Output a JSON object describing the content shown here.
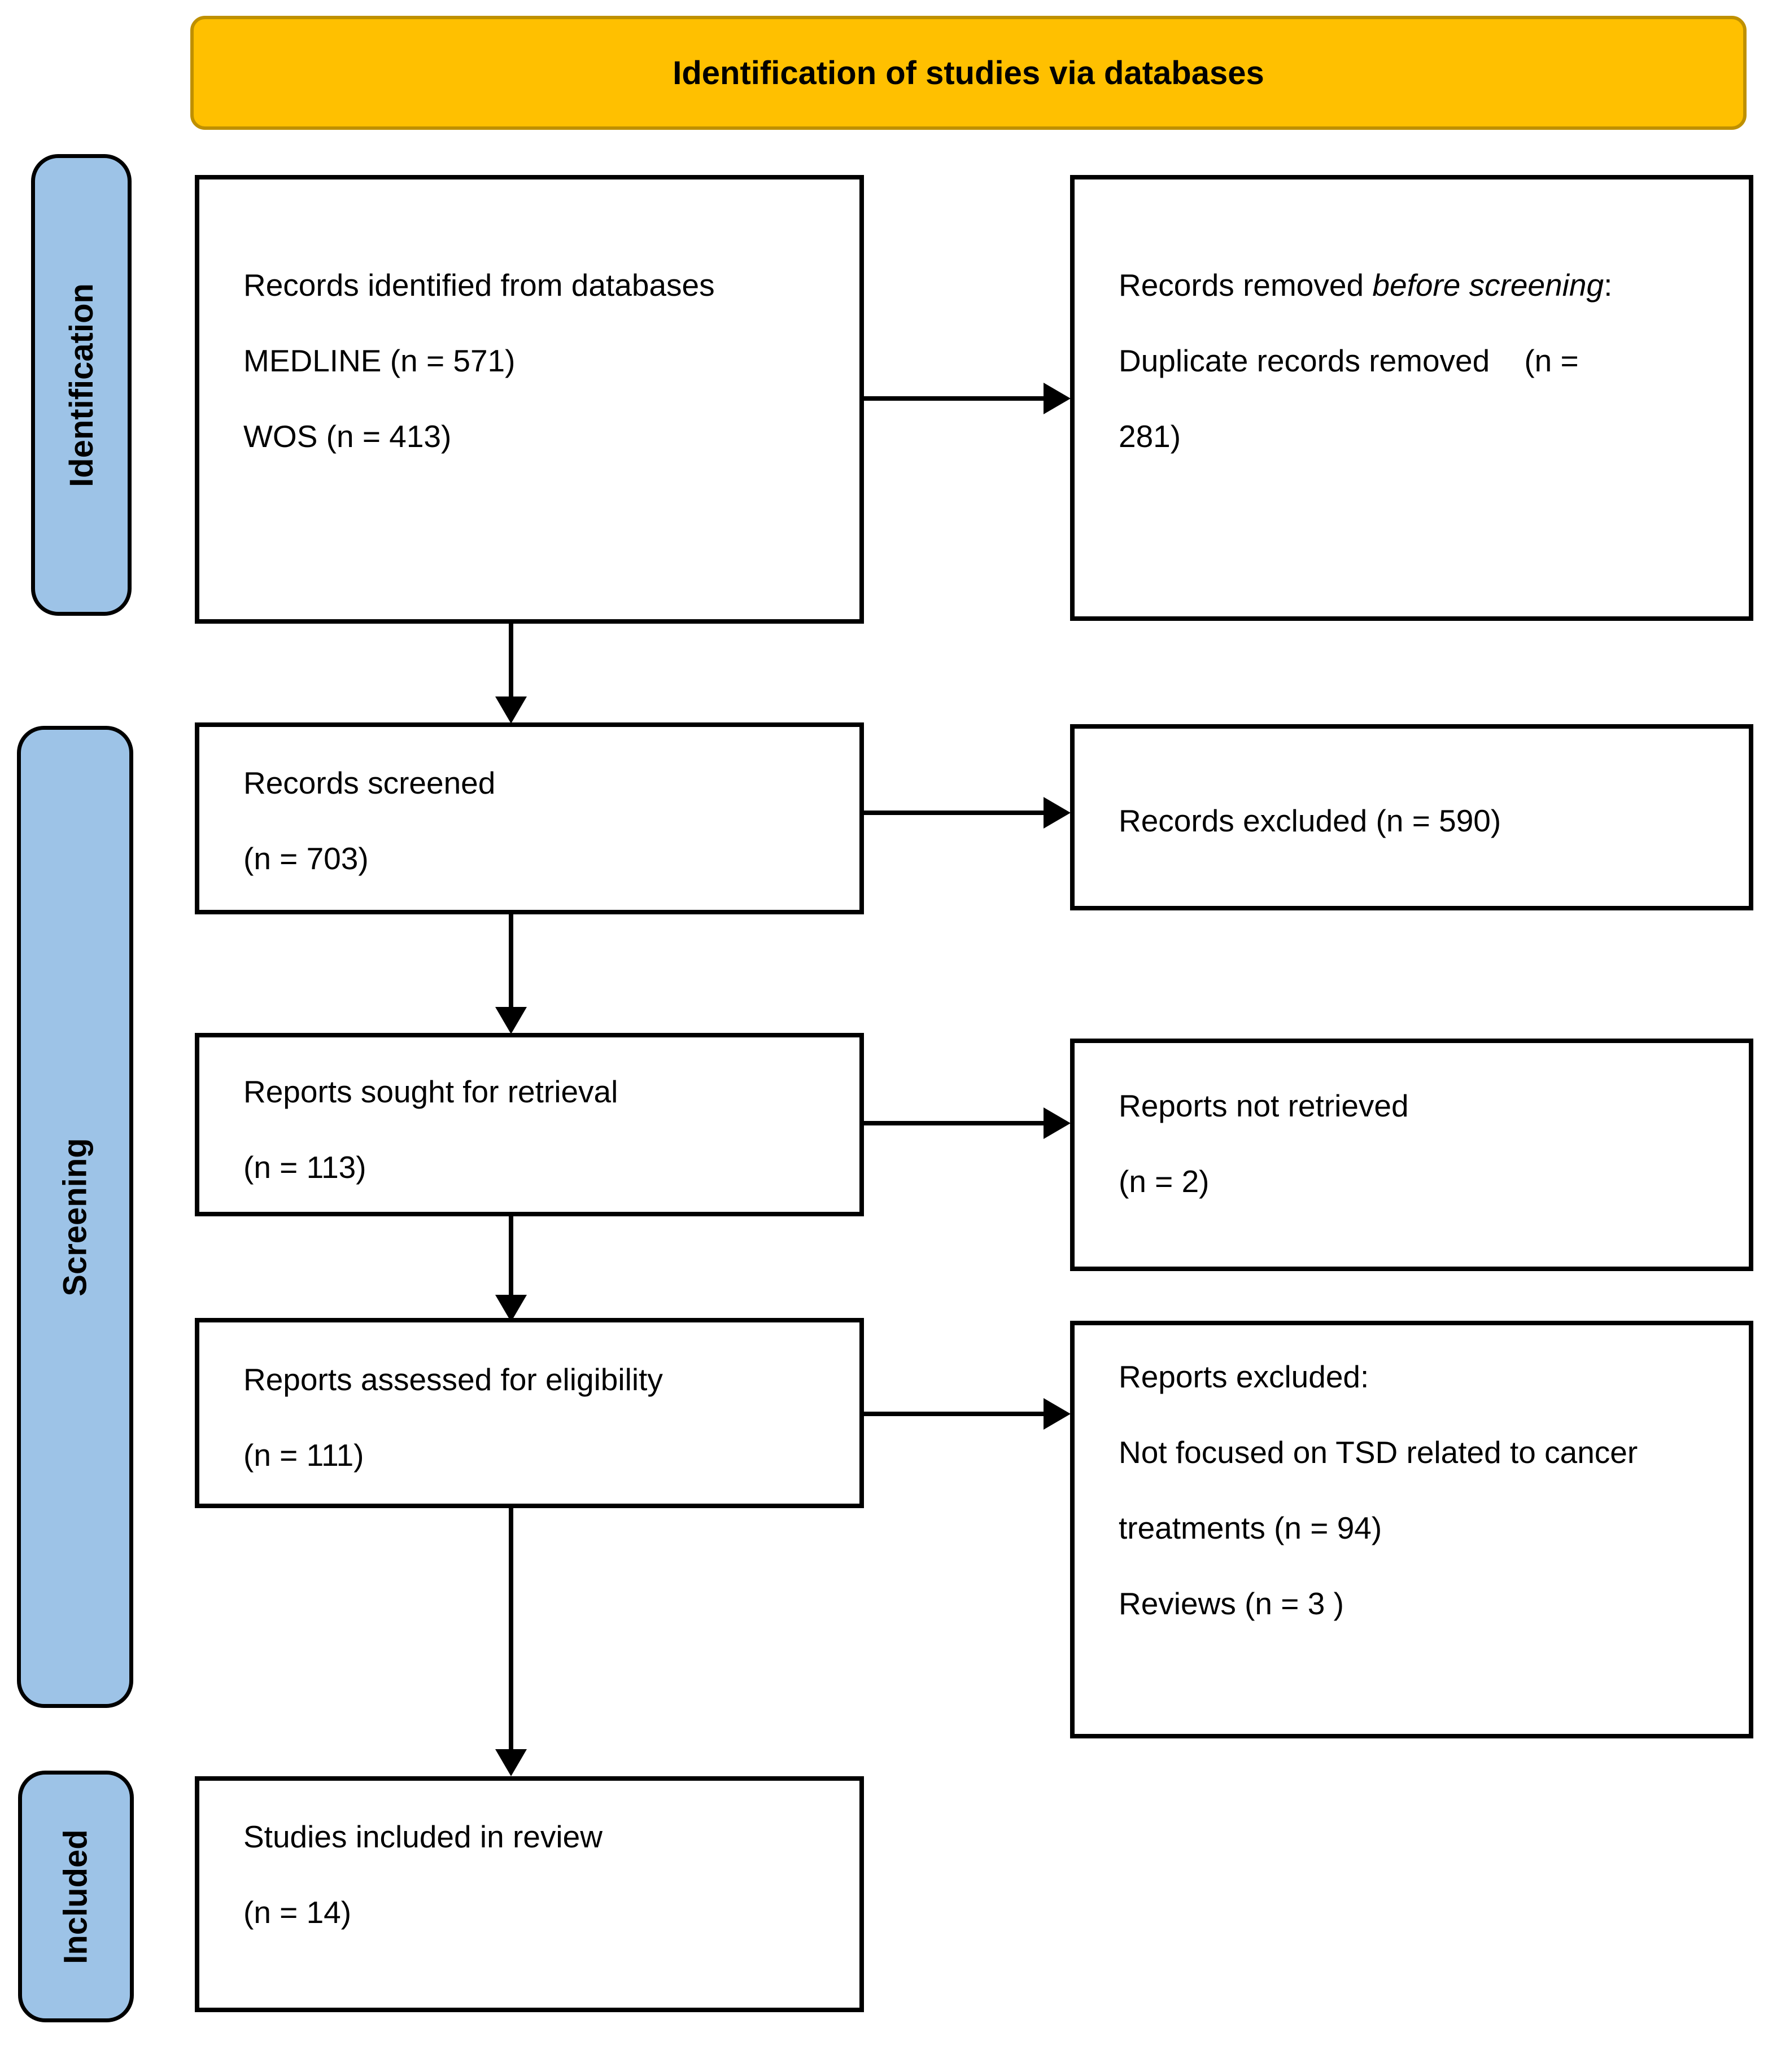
{
  "header": {
    "title": "Identification of studies via databases"
  },
  "sidebar": {
    "identification": "Identification",
    "screening": "Screening",
    "included": "Included"
  },
  "boxes": {
    "records_identified": {
      "line1": "Records identified from databases",
      "line2": "MEDLINE (n = 571)",
      "line3": "WOS (n = 413)"
    },
    "records_removed": {
      "prefix": "Records removed ",
      "italic": "before screening",
      "suffix": ":",
      "line2": "Duplicate records removed    (n =",
      "line3": "281)"
    },
    "records_screened": {
      "line1": "Records screened",
      "line2": "(n = 703)"
    },
    "records_excluded": {
      "line1": "Records excluded (n = 590)"
    },
    "reports_sought": {
      "line1": "Reports sought for retrieval",
      "line2": "(n = 113)"
    },
    "reports_not_retrieved": {
      "line1": "Reports not retrieved",
      "line2": "(n = 2)"
    },
    "reports_assessed": {
      "line1": "Reports assessed for eligibility",
      "line2": "(n = 111)"
    },
    "reports_excluded": {
      "line1": "Reports excluded:",
      "line2": "Not focused on TSD related to cancer",
      "line3": "treatments (n = 94)",
      "line4": "Reviews (n = 3 )"
    },
    "studies_included": {
      "line1": "Studies included in review",
      "line2": "(n = 14)"
    }
  },
  "colors": {
    "header_fill": "#FFC000",
    "header_border": "#BF9000",
    "stage_fill": "#9DC3E7",
    "line": "#000000"
  }
}
